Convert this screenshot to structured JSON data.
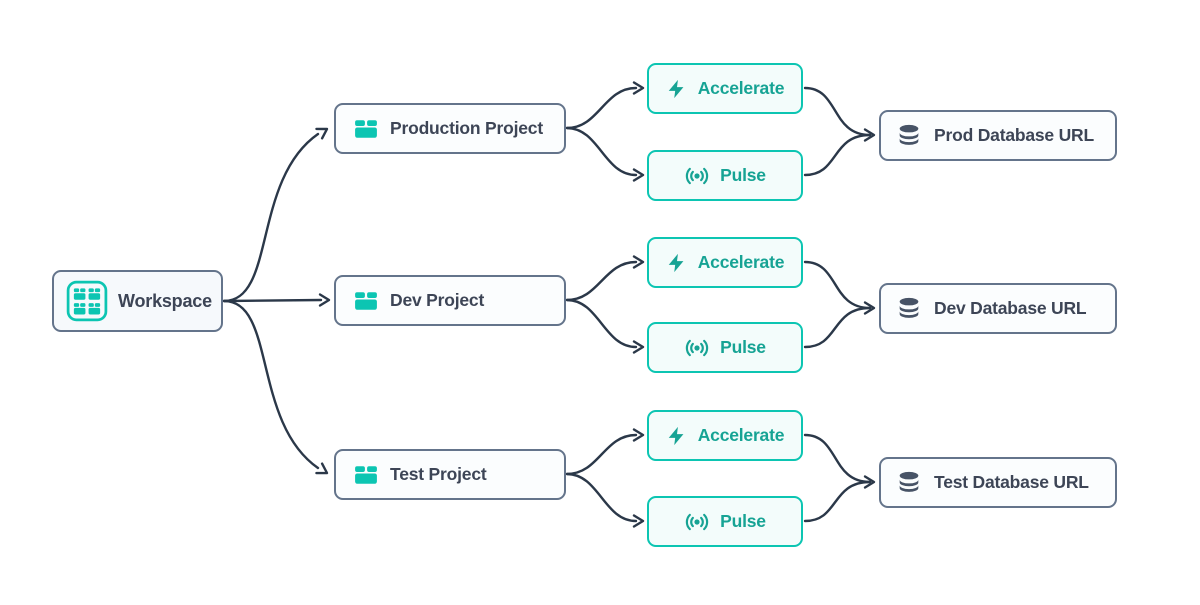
{
  "workspace": {
    "label": "Workspace",
    "icon": "workspace-grid-icon"
  },
  "rows": [
    {
      "project": {
        "label": "Production Project",
        "icon": "project-box-icon"
      },
      "accelerate": {
        "label": "Accelerate",
        "icon": "lightning-bolt-icon"
      },
      "pulse": {
        "label": "Pulse",
        "icon": "broadcast-pulse-icon"
      },
      "database": {
        "label": "Prod Database URL",
        "icon": "database-icon"
      }
    },
    {
      "project": {
        "label": "Dev Project",
        "icon": "project-box-icon"
      },
      "accelerate": {
        "label": "Accelerate",
        "icon": "lightning-bolt-icon"
      },
      "pulse": {
        "label": "Pulse",
        "icon": "broadcast-pulse-icon"
      },
      "database": {
        "label": "Dev Database URL",
        "icon": "database-icon"
      }
    },
    {
      "project": {
        "label": "Test Project",
        "icon": "project-box-icon"
      },
      "accelerate": {
        "label": "Accelerate",
        "icon": "lightning-bolt-icon"
      },
      "pulse": {
        "label": "Pulse",
        "icon": "broadcast-pulse-icon"
      },
      "database": {
        "label": "Test Database URL",
        "icon": "database-icon"
      }
    }
  ],
  "edges": [
    {
      "from": "workspace",
      "to": "production-project"
    },
    {
      "from": "workspace",
      "to": "dev-project"
    },
    {
      "from": "workspace",
      "to": "test-project"
    },
    {
      "from": "production-project",
      "to": "accelerate-1"
    },
    {
      "from": "production-project",
      "to": "pulse-1"
    },
    {
      "from": "accelerate-1",
      "to": "prod-database-url"
    },
    {
      "from": "pulse-1",
      "to": "prod-database-url"
    },
    {
      "from": "dev-project",
      "to": "accelerate-2"
    },
    {
      "from": "dev-project",
      "to": "pulse-2"
    },
    {
      "from": "accelerate-2",
      "to": "dev-database-url"
    },
    {
      "from": "pulse-2",
      "to": "dev-database-url"
    },
    {
      "from": "test-project",
      "to": "accelerate-3"
    },
    {
      "from": "test-project",
      "to": "pulse-3"
    },
    {
      "from": "accelerate-3",
      "to": "test-database-url"
    },
    {
      "from": "pulse-3",
      "to": "test-database-url"
    }
  ],
  "colors": {
    "teal": "#0cc5b2",
    "teal_text": "#16a394",
    "teal_bg": "#f3fcfb",
    "slate_border": "#64748b",
    "text": "#3d4556",
    "edge": "#2b3849",
    "node_bg": "#fbfdfe",
    "db_icon": "#475366",
    "page_bg": "#ffffff"
  }
}
